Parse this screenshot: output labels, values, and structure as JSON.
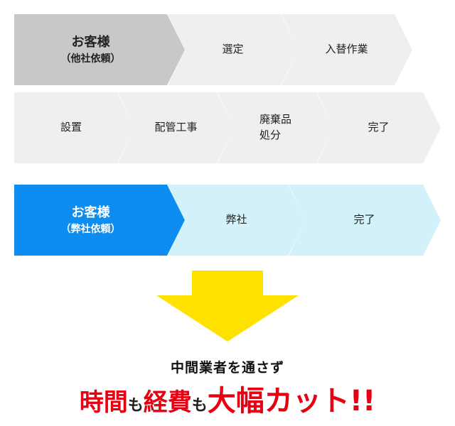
{
  "row1": [
    {
      "main": "お客様",
      "sub": "（他社依頼）"
    },
    {
      "main": "選定"
    },
    {
      "main": "入替作業"
    }
  ],
  "row2": [
    {
      "main": "設置"
    },
    {
      "main": "配管工事"
    },
    {
      "lines": [
        "廃棄品",
        "処分"
      ]
    },
    {
      "main": "完了"
    }
  ],
  "row3": [
    {
      "main": "お客様",
      "sub": "（弊社依頼）"
    },
    {
      "main": "弊社"
    },
    {
      "main": "完了"
    }
  ],
  "summary": {
    "line1": "中間業者を通さず",
    "line2_parts": [
      "時間",
      "も",
      "経費",
      "も",
      "大幅カット!!"
    ]
  },
  "colors": {
    "gray_active": "#c8c8c8",
    "gray_light": "#efefef",
    "blue_active": "#0d8df0",
    "blue_light": "#d3f1fa",
    "arrow_yellow": "#ffe100",
    "accent_red": "#e60012"
  }
}
